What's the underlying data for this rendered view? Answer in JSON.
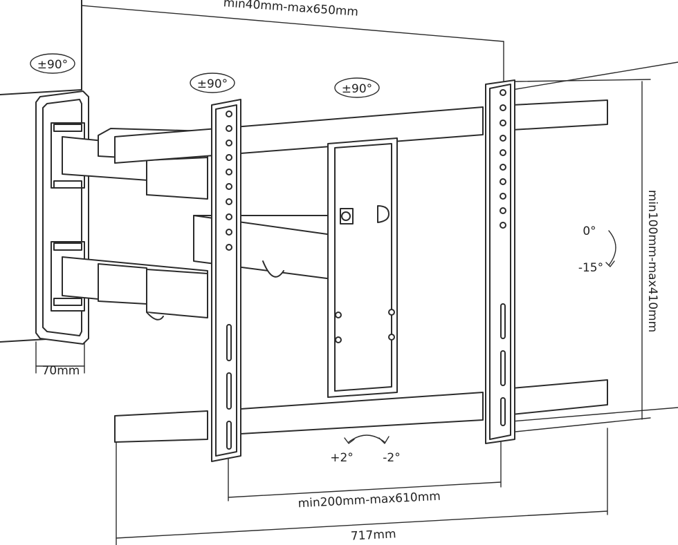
{
  "dimensions": {
    "depth_min_max": "min40mm-max650mm",
    "bracket_width": "70mm",
    "horizontal_spacing": "min200mm-max610mm",
    "overall_width": "717mm",
    "vertical_spacing": "min100mm-max410mm"
  },
  "rotations": {
    "wall_swivel": "±90°",
    "arm_swivel": "±90°",
    "head_swivel": "±90°"
  },
  "tilt": {
    "top": "0°",
    "bottom": "-15°"
  },
  "level_adjust": {
    "plus": "+2°",
    "minus": "-2°"
  },
  "colors": {
    "line": "#2b2b2b",
    "background": "#ffffff"
  }
}
